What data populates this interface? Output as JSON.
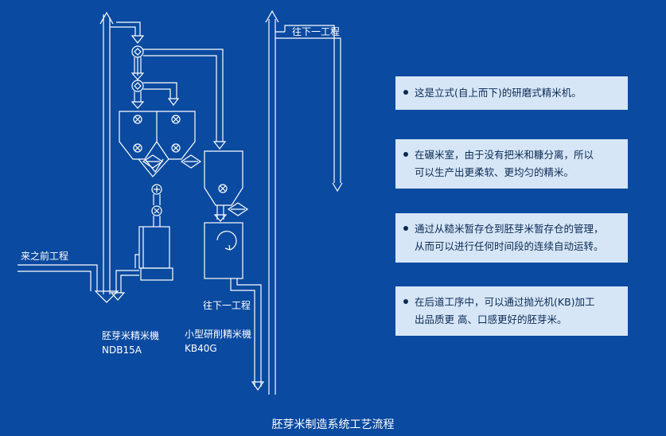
{
  "labels": {
    "from_previous": "来之前工程",
    "to_next_top": "往下一工程",
    "to_next_bottom": "往下一工程",
    "machine1_name": "胚芽米精米機",
    "machine1_model": "NDB15A",
    "machine2_name": "小型研削精米機",
    "machine2_model": "KB40G"
  },
  "notes": [
    "这是立式(自上而下)的研磨式精米机。",
    "在碾米室，由于没有把米和糠分离，所以\n可以生产出更柔软、更均匀的精米。",
    "通过从糙米暂存仓到胚芽米暂存仓的管理，\n从而可以进行任何时间段的连续自动运转。",
    "在后道工序中，可以通过抛光机(KB)加工\n出品质更 高、口感更好的胚芽米。"
  ],
  "caption": "胚芽米制造系统工艺流程",
  "colors": {
    "background": "#0a4aa0",
    "note_bg": "#d6e6f6",
    "line": "#ffffff"
  }
}
